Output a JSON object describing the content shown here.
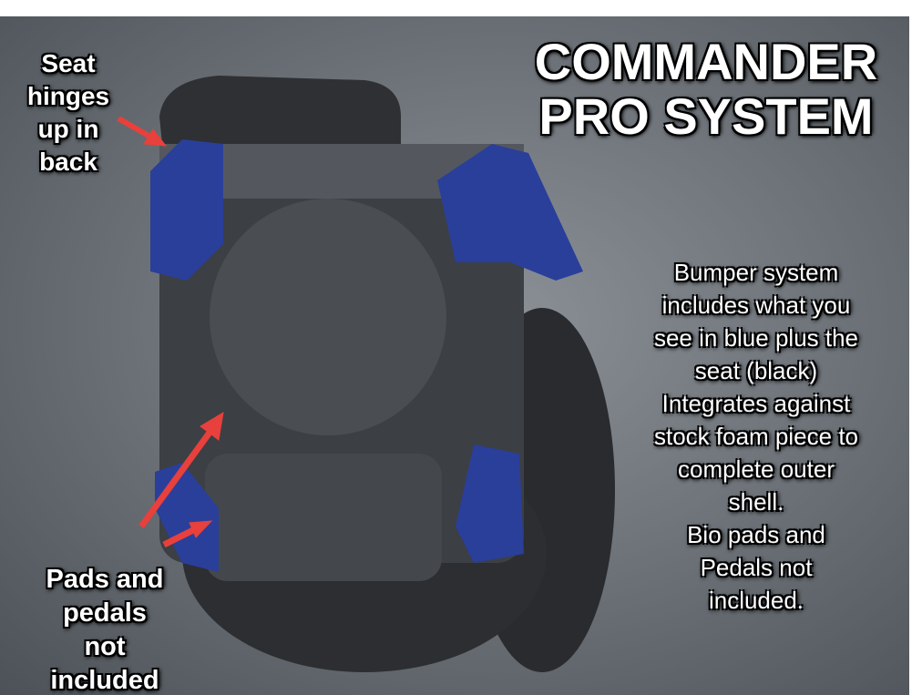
{
  "title": [
    "COMMANDER",
    "PRO SYSTEM"
  ],
  "seat_note": [
    "Seat",
    "hinges",
    "up in",
    "back"
  ],
  "pads_note": [
    "Pads and",
    "pedals",
    "not",
    "included"
  ],
  "description": [
    "Bumper system",
    "includes what you",
    "see in blue plus the",
    "seat (black)",
    "Integrates against",
    "stock foam piece to",
    "complete outer",
    "shell.",
    "Bio pads and",
    "Pedals not",
    "included."
  ],
  "colors": {
    "bumper": "#2a3f9a",
    "arrow": "#e8403c",
    "body": "#3c3f44"
  }
}
